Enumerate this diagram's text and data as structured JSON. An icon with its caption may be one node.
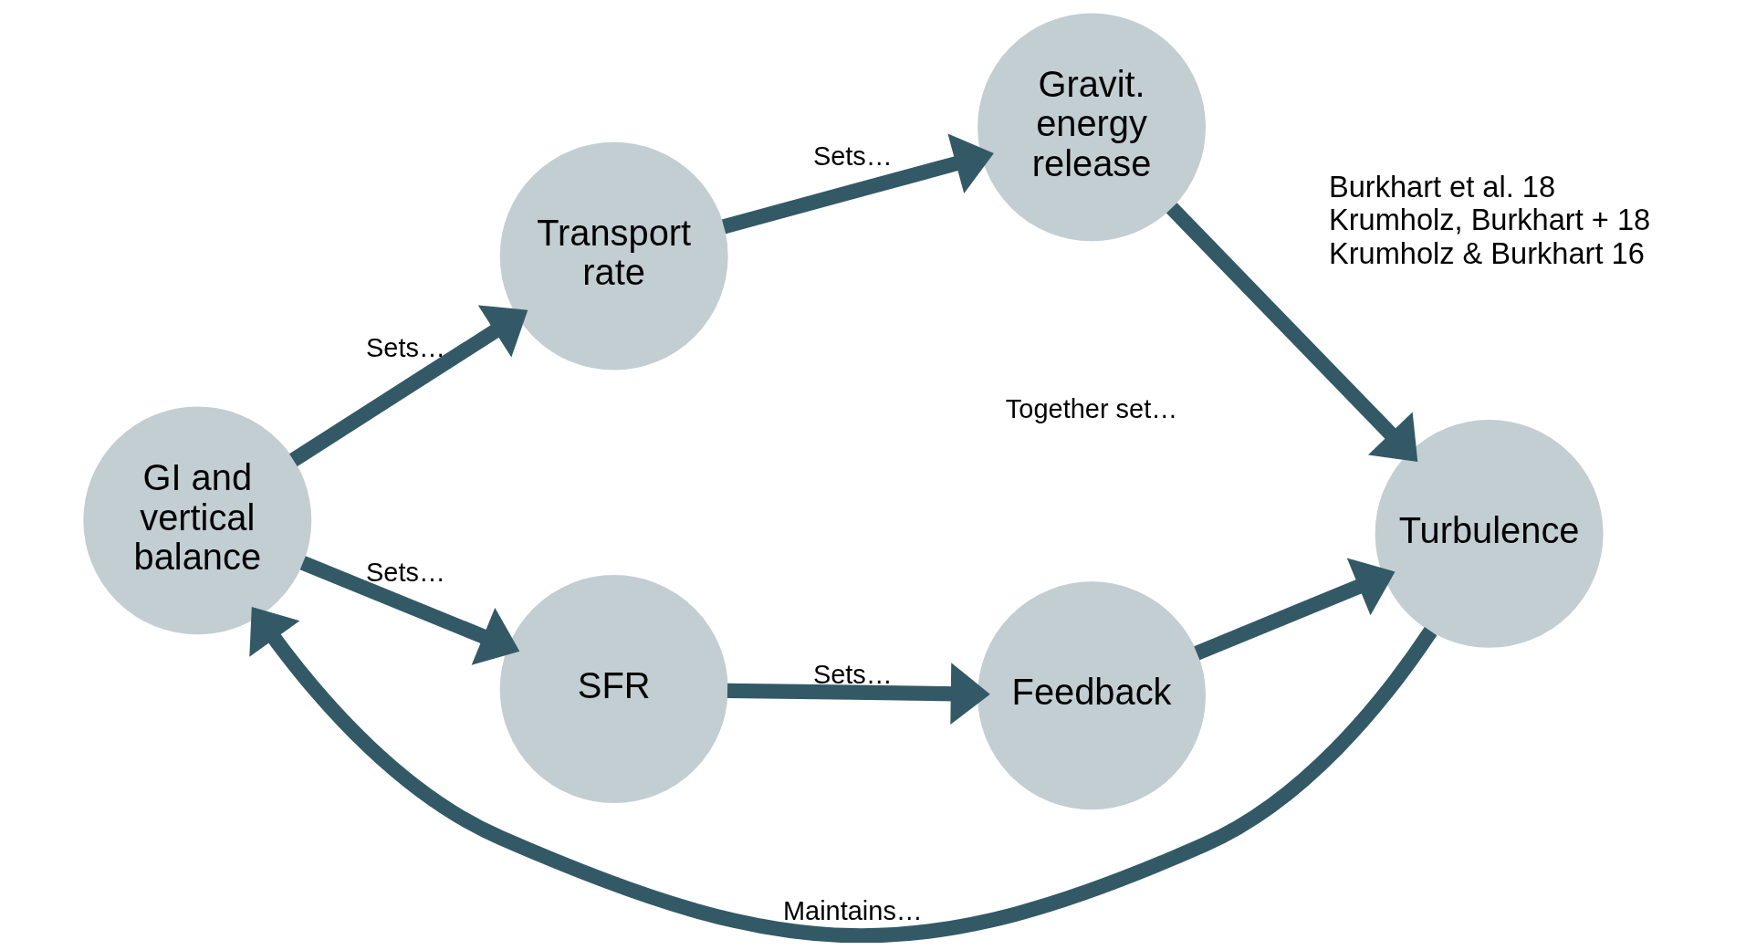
{
  "diagram": {
    "nodes": [
      {
        "text": [
          "GI and vertical balance"
        ]
      },
      {
        "text": [
          "Transport rate"
        ]
      },
      {
        "text": [
          "Gravit. energy release"
        ]
      },
      {
        "text": [
          "SFR"
        ]
      },
      {
        "text": [
          "Feedback"
        ]
      },
      {
        "text": [
          "Turbulence"
        ]
      }
    ],
    "edges": [
      {
        "from": 0,
        "to": 1,
        "arrow": "to",
        "label": "Sets…"
      },
      {
        "from": 1,
        "to": 2,
        "arrow": "to",
        "label": "Sets…"
      },
      {
        "from": 0,
        "to": 3,
        "arrow": "to",
        "label": "Sets…"
      },
      {
        "from": 3,
        "to": 4,
        "arrow": "to",
        "label": "Sets…"
      },
      {
        "from": 2,
        "to": 5,
        "arrow": "to"
      },
      {
        "from": 4,
        "to": 5,
        "arrow": "to"
      },
      {
        "from": 5,
        "to": 0,
        "arrow": "to",
        "label": "Maintains…"
      }
    ],
    "labels": [
      "Burkhart et al. 18",
      "Krumholz, Burkhart + 18",
      "Krumholz & Burkhart 16",
      "Together set…"
    ]
  }
}
